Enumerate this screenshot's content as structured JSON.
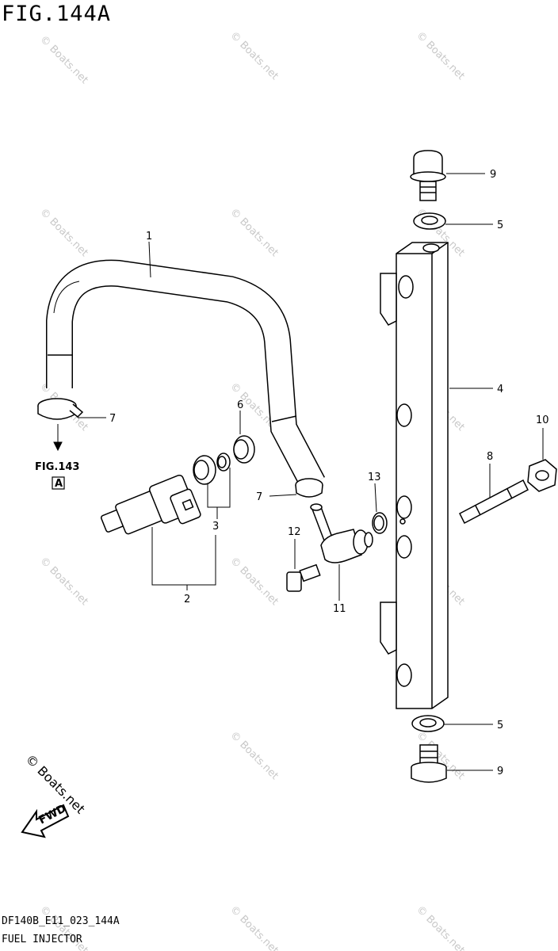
{
  "figure": {
    "title": "FIG.144A",
    "code": "DF140B_E11_023_144A",
    "name": "FUEL INJECTOR",
    "copyright": "© Boats.net",
    "watermark": "© Boats.net",
    "fwd_label": "FWD"
  },
  "reference": {
    "fig_label": "FIG.143",
    "box_letter": "A"
  },
  "callouts": [
    {
      "id": "c1",
      "label": "1"
    },
    {
      "id": "c2",
      "label": "2"
    },
    {
      "id": "c3",
      "label": "3"
    },
    {
      "id": "c4",
      "label": "4"
    },
    {
      "id": "c5a",
      "label": "5"
    },
    {
      "id": "c5b",
      "label": "5"
    },
    {
      "id": "c6",
      "label": "6"
    },
    {
      "id": "c7a",
      "label": "7"
    },
    {
      "id": "c7b",
      "label": "7"
    },
    {
      "id": "c8",
      "label": "8"
    },
    {
      "id": "c9a",
      "label": "9"
    },
    {
      "id": "c9b",
      "label": "9"
    },
    {
      "id": "c10",
      "label": "10"
    },
    {
      "id": "c11",
      "label": "11"
    },
    {
      "id": "c12",
      "label": "12"
    },
    {
      "id": "c13",
      "label": "13"
    }
  ]
}
